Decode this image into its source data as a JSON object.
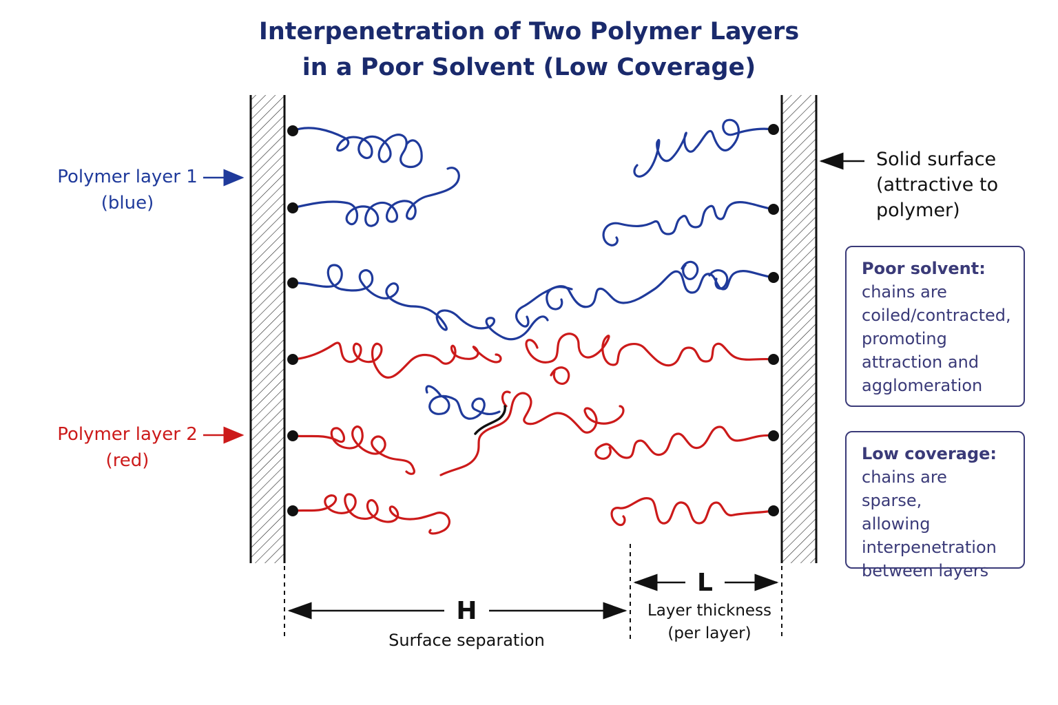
{
  "title": {
    "line1": "Interpenetration of Two Polymer Layers",
    "line2": "in a Poor Solvent (Low Coverage)"
  },
  "labels": {
    "layer1_name": "Polymer layer 1",
    "layer1_color": "(blue)",
    "layer2_name": "Polymer layer 2",
    "layer2_color": "(red)",
    "surface_line1": "Solid surface",
    "surface_line2": "(attractive to",
    "surface_line3": "polymer)"
  },
  "boxes": {
    "poor_solvent_title": "Poor solvent:",
    "poor_solvent_lines": [
      "chains are",
      "coiled/contracted,",
      "promoting",
      "attraction and",
      "agglomeration"
    ],
    "low_coverage_title": "Low coverage:",
    "low_coverage_lines": [
      "chains are sparse,",
      "allowing",
      "interpenetration",
      "between layers"
    ]
  },
  "dimensions": {
    "H_symbol": "H",
    "H_caption": "Surface separation",
    "L_symbol": "L",
    "L_caption_line1": "Layer thickness",
    "L_caption_line2": "(per layer)"
  },
  "colors": {
    "blue_chain": "#1f3a9b",
    "red_chain": "#cc1a1a",
    "title": "#1a2a6c",
    "box_border": "#3a3a78"
  }
}
